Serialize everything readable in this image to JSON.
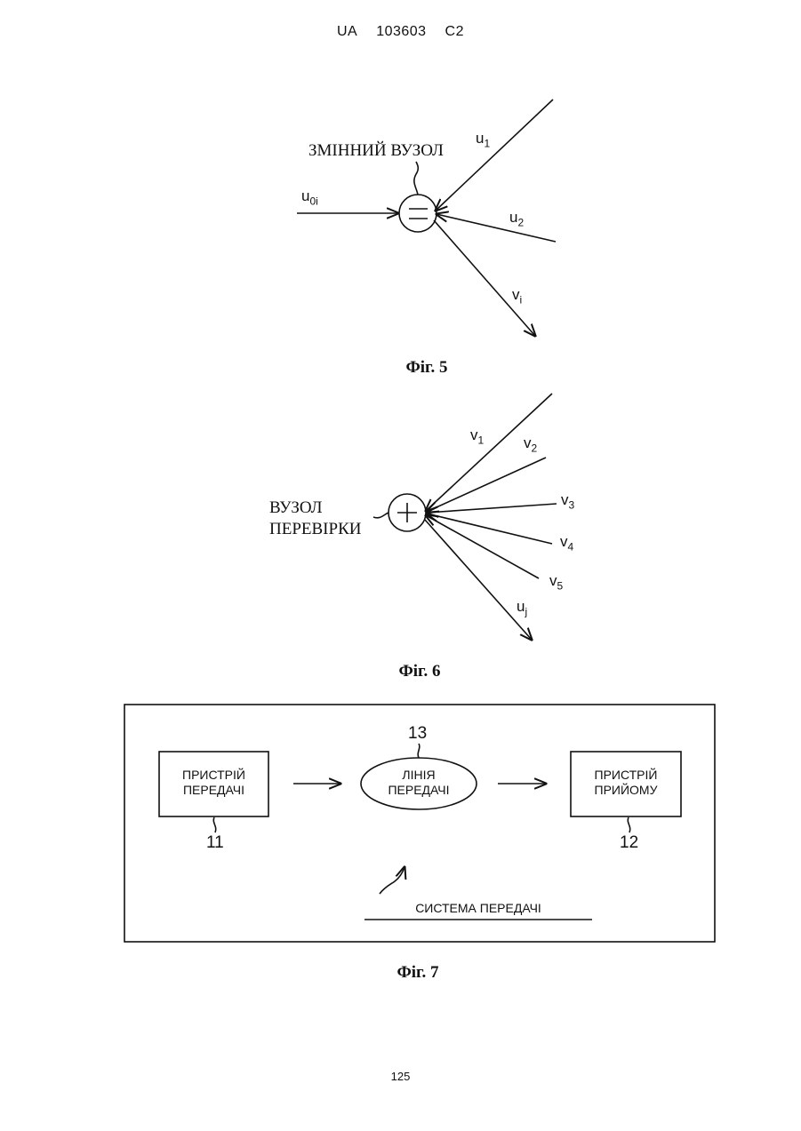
{
  "header": {
    "country": "UA",
    "number": "103603",
    "kind": "C2"
  },
  "fig5": {
    "node_label": "ЗМІННИЙ ВУЗОЛ",
    "node_symbol": "=",
    "in_u0i": {
      "base": "u",
      "sub": "0i"
    },
    "in_u1": {
      "base": "u",
      "sub": "1"
    },
    "in_u2": {
      "base": "u",
      "sub": "2"
    },
    "out_vi": {
      "base": "v",
      "sub": "i"
    },
    "caption": "Фіг. 5"
  },
  "fig6": {
    "node_label_line1": "ВУЗОЛ",
    "node_label_line2": "ПЕРЕВІРКИ",
    "node_symbol": "+",
    "v1": {
      "base": "v",
      "sub": "1"
    },
    "v2": {
      "base": "v",
      "sub": "2"
    },
    "v3": {
      "base": "v",
      "sub": "3"
    },
    "v4": {
      "base": "v",
      "sub": "4"
    },
    "v5": {
      "base": "v",
      "sub": "5"
    },
    "uj": {
      "base": "u",
      "sub": "j"
    },
    "caption": "Фіг. 6"
  },
  "fig7": {
    "transmitter_line1": "ПРИСТРІЙ",
    "transmitter_line2": "ПЕРЕДАЧІ",
    "transmitter_ref": "11",
    "line_line1": "ЛІНІЯ",
    "line_line2": "ПЕРЕДАЧІ",
    "line_ref": "13",
    "receiver_line1": "ПРИСТРІЙ",
    "receiver_line2": "ПРИЙОМУ",
    "receiver_ref": "12",
    "system_label": "СИСТЕМА ПЕРЕДАЧІ",
    "caption": "Фіг. 7"
  },
  "page_number": "125"
}
